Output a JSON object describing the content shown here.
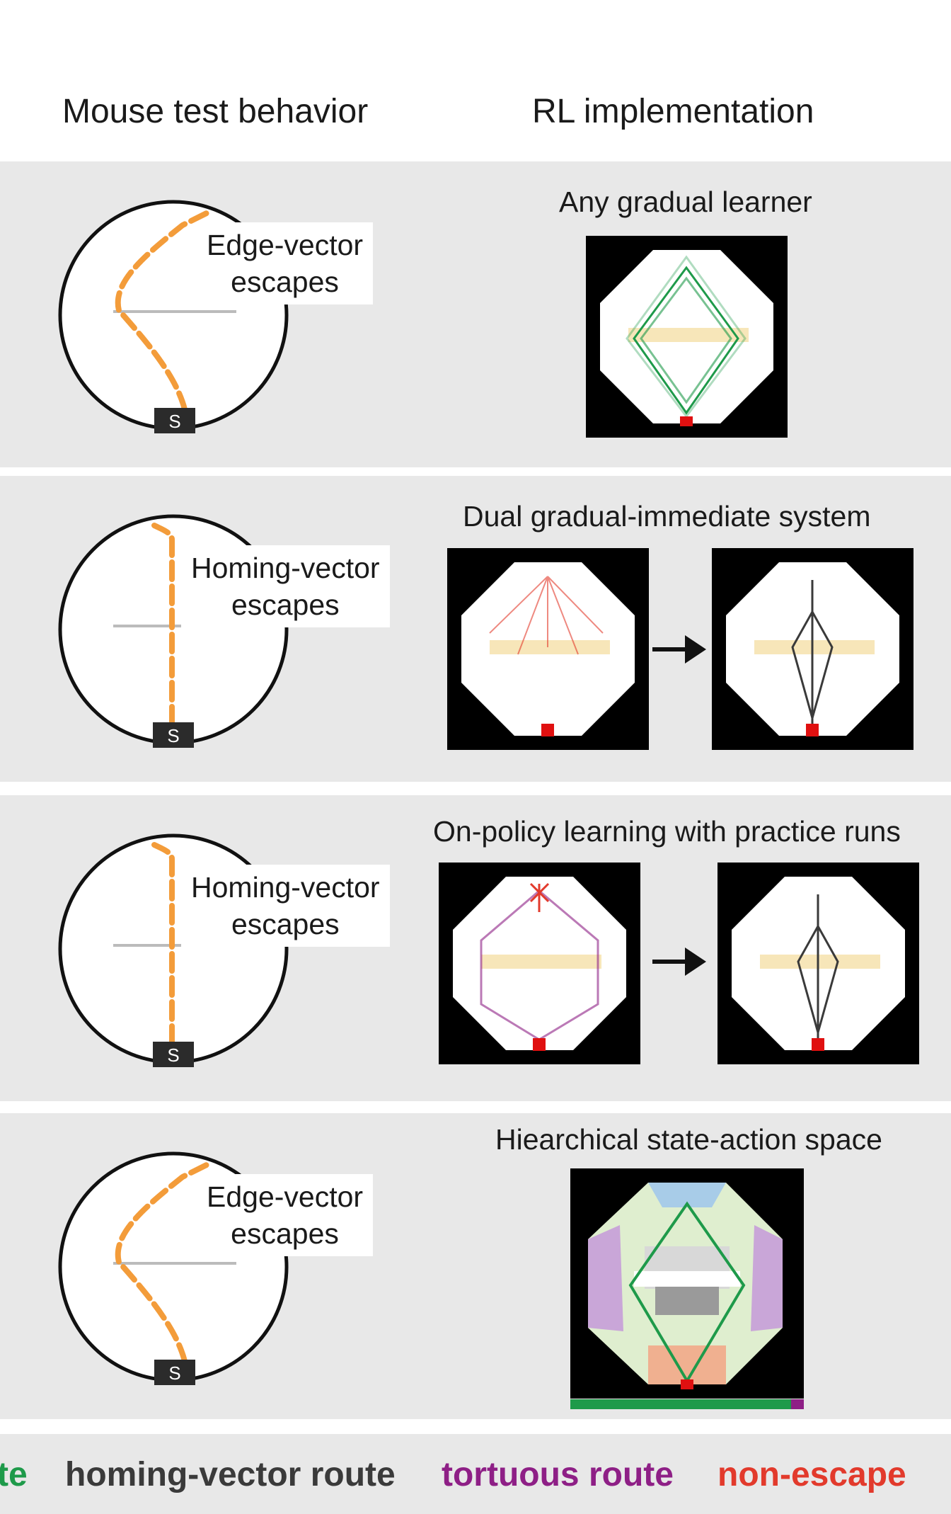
{
  "headers": {
    "left": "Mouse test behavior",
    "right": "RL implementation"
  },
  "panels": [
    {
      "behavior": {
        "line1": "Edge-vector",
        "line2": "escapes",
        "shelter": "S"
      },
      "model": "Any gradual learner"
    },
    {
      "behavior": {
        "line1": "Homing-vector",
        "line2": "escapes",
        "shelter": "S"
      },
      "model": "Dual gradual-immediate system"
    },
    {
      "behavior": {
        "line1": "Homing-vector",
        "line2": "escapes",
        "shelter": "S"
      },
      "model": "On-policy learning with practice runs"
    },
    {
      "behavior": {
        "line1": "Edge-vector",
        "line2": "escapes",
        "shelter": "S"
      },
      "model": "Hiearchical state-action space"
    }
  ],
  "legend": [
    {
      "label": "te",
      "color": "#1e9a4a"
    },
    {
      "label": "homing-vector route",
      "color": "#3a3a3a"
    },
    {
      "label": "tortuous route",
      "color": "#8e1f86"
    },
    {
      "label": "non-escape",
      "color": "#e23a2c"
    }
  ],
  "colors": {
    "edge_vector": "#1e9a4a",
    "homing_vector": "#3a3a3a",
    "tortuous": "#8e1f86",
    "non_escape": "#e23a2c",
    "threat_path": "#f39c3a",
    "obstacle": "#f5e0a8",
    "panel_bg": "#e8e8e8"
  }
}
